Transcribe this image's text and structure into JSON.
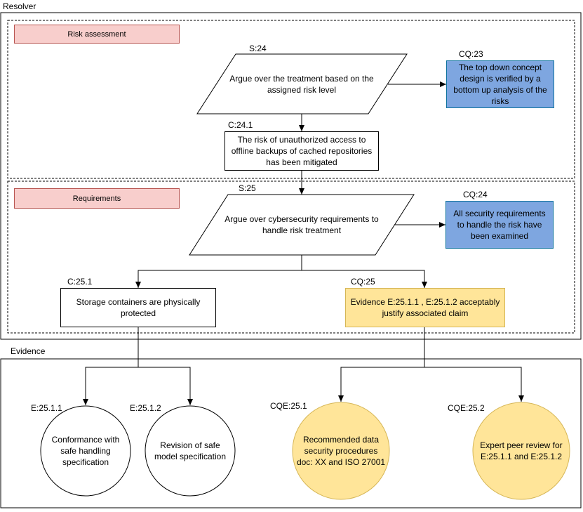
{
  "sections": {
    "resolver": "Resolver",
    "risk_assessment": "Risk assessment",
    "requirements": "Requirements",
    "evidence": "Evidence"
  },
  "nodes": {
    "s24": {
      "id": "S:24",
      "text": "Argue over the treatment based on the assigned risk level"
    },
    "cq23": {
      "id": "CQ:23",
      "text": "The top down concept design is verified by a bottom up analysis of the risks"
    },
    "c241": {
      "id": "C:24.1",
      "text": "The risk of unauthorized access to offline backups of cached repositories has been mitigated"
    },
    "s25": {
      "id": "S:25",
      "text": "Argue over cybersecurity requirements to handle risk treatment"
    },
    "cq24": {
      "id": "CQ:24",
      "text": "All security requirements to handle the risk have been examined"
    },
    "c251": {
      "id": "C:25.1",
      "text": "Storage containers are physically protected"
    },
    "cq25": {
      "id": "CQ:25",
      "text": "Evidence E:25.1.1 , E:25.1.2 acceptably justify associated claim"
    },
    "e2511": {
      "id": "E:25.1.1",
      "text": "Conformance with safe handling specification"
    },
    "e2512": {
      "id": "E:25.1.2",
      "text": "Revision of safe model specification"
    },
    "cqe251": {
      "id": "CQE:25.1",
      "text": "Recommended data security procedures doc: XX and ISO 27001"
    },
    "cqe252": {
      "id": "CQE:25.2",
      "text": "Expert peer review for E:25.1.1 and E:25.1.2"
    }
  },
  "colors": {
    "pink_fill": "#f8cecc",
    "pink_stroke": "#b85450",
    "blue_fill": "#7ea6e0",
    "blue_stroke": "#10739e",
    "gold_fill": "#ffe599",
    "gold_stroke": "#d6b656"
  }
}
